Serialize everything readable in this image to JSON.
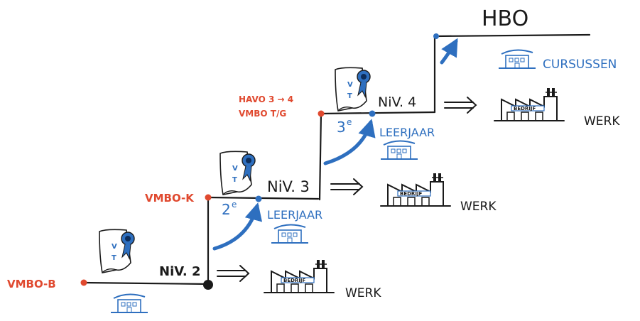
{
  "start_labels": {
    "vmbo_b": "VMBO-B",
    "vmbo_k": "VMBO-K",
    "havo_line1": "HAVO 3 → 4",
    "havo_line2": "VMBO T/G"
  },
  "levels": {
    "niv2": "NiV. 2",
    "niv3": "NiV. 3",
    "niv4": "NiV. 4"
  },
  "leerjaar": {
    "second_num": "2",
    "second_sup": "e",
    "second_word": "LEERJAAR",
    "third_num": "3",
    "third_sup": "e",
    "third_word": "LEERJAAR"
  },
  "outcomes": {
    "werk1": "WERK",
    "werk2": "WERK",
    "werk3": "WERK",
    "cursussen": "CURSUSSEN",
    "hbo": "HBO"
  },
  "factory_sign": "BEDRIJF",
  "diploma_letters": {
    "top": "V",
    "bottom": "T"
  },
  "colors": {
    "start_red": "#e0492f",
    "school_blue": "#2e6fbf",
    "ink_black": "#1a1a1a"
  }
}
